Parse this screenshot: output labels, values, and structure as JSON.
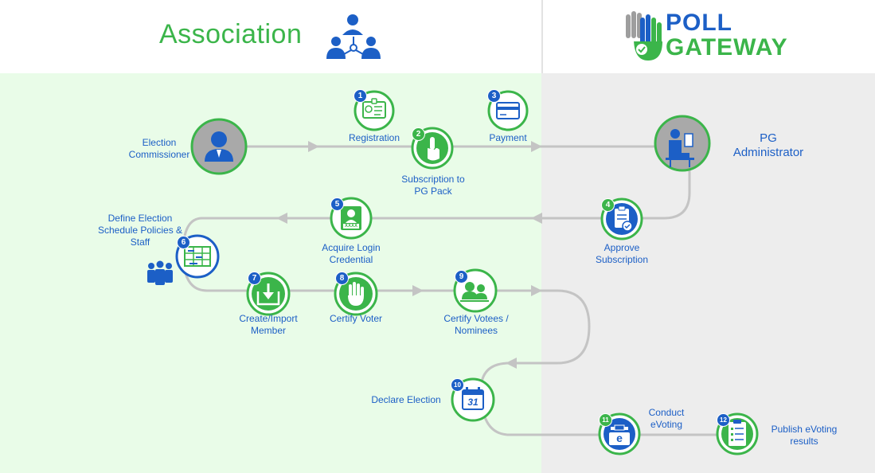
{
  "header": {
    "association_title": "Association",
    "brand_line1": "POLL",
    "brand_line2": "GATEWAY"
  },
  "actors": {
    "election_commissioner": "Election Commissioner",
    "pg_administrator": "PG Administrator"
  },
  "steps": [
    {
      "num": "1",
      "label": "Registration"
    },
    {
      "num": "2",
      "label": "Subscription to PG Pack"
    },
    {
      "num": "3",
      "label": "Payment"
    },
    {
      "num": "4",
      "label": "Approve Subscription"
    },
    {
      "num": "5",
      "label": "Acquire Login Credential"
    },
    {
      "num": "6",
      "label": "Define Election Schedule Policies & Staff"
    },
    {
      "num": "7",
      "label": "Create/Import Member"
    },
    {
      "num": "8",
      "label": "Certify Voter"
    },
    {
      "num": "9",
      "label": "Certify Votees / Nominees"
    },
    {
      "num": "10",
      "label": "Declare Election"
    },
    {
      "num": "11",
      "label": "Conduct eVoting"
    },
    {
      "num": "12",
      "label": "Publish eVoting results"
    }
  ],
  "icon_text": {
    "card_code": "XXXX",
    "calendar_day": "31",
    "ballot_letter": "e"
  },
  "colors": {
    "brand_blue": "#1c5fc6",
    "brand_green": "#3bb54a",
    "flow_line": "#c4c4c4",
    "left_panel_bg": "#e9fce8",
    "right_panel_bg": "#ededed"
  }
}
